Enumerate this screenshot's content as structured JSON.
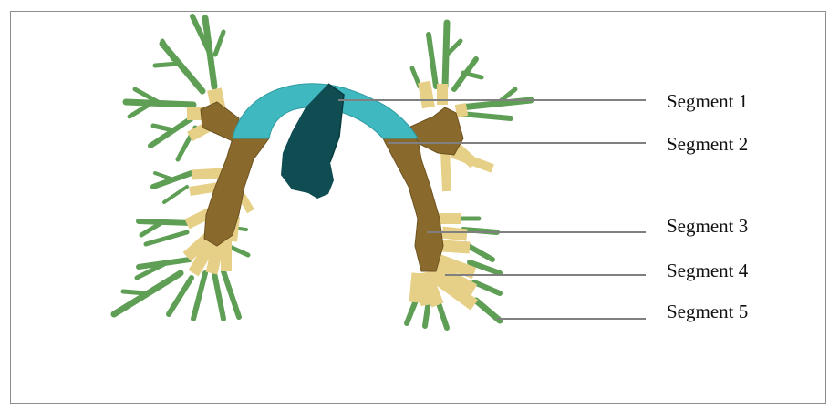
{
  "diagram": {
    "colors": {
      "segment_1": "#3fb8c0",
      "segment_1_inner": "#0f4d52",
      "segment_2": "#8a6a2c",
      "segment_3": "#e6cf86",
      "segment_4": "#5e9e55",
      "leader_line": "#808080",
      "frame_border": "#8c8c8c"
    },
    "labels": [
      {
        "id": "segment-1",
        "text": "Segment 1"
      },
      {
        "id": "segment-2",
        "text": "Segment 2"
      },
      {
        "id": "segment-3",
        "text": "Segment 3"
      },
      {
        "id": "segment-4",
        "text": "Segment 4"
      },
      {
        "id": "segment-5",
        "text": "Segment 5"
      }
    ]
  }
}
